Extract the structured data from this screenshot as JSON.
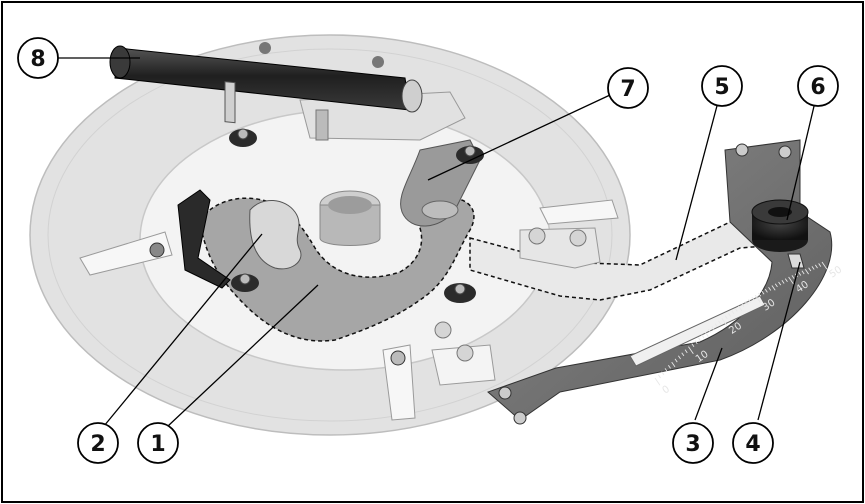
{
  "diagram": {
    "callouts": [
      {
        "id": "c1",
        "label": "1"
      },
      {
        "id": "c2",
        "label": "2"
      },
      {
        "id": "c3",
        "label": "3"
      },
      {
        "id": "c4",
        "label": "4"
      },
      {
        "id": "c5",
        "label": "5"
      },
      {
        "id": "c6",
        "label": "6"
      },
      {
        "id": "c7",
        "label": "7"
      },
      {
        "id": "c8",
        "label": "8"
      }
    ],
    "scale_labels": [
      "0",
      "10",
      "20",
      "30",
      "40",
      "50"
    ],
    "colors": {
      "frame": "#000000",
      "disc": "#e4e4e4",
      "disc_inner": "#f2f2f2",
      "plate": "#a9a9a9",
      "metal_dark": "#6e6e6e",
      "dashed": "#111111"
    }
  }
}
